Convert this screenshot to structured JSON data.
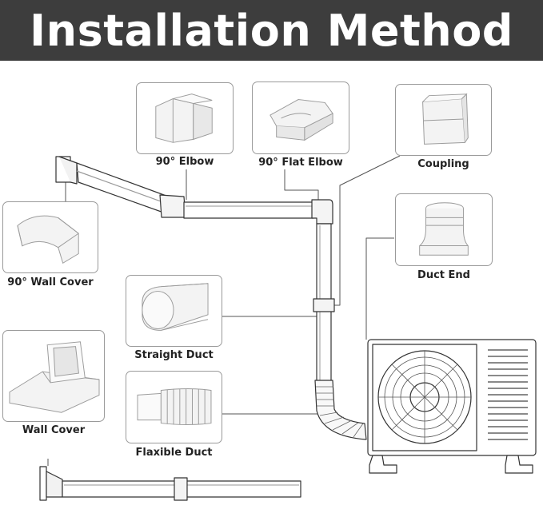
{
  "banner": {
    "title": "Installation Method"
  },
  "parts": {
    "elbow_90": "90° Elbow",
    "flat_elbow_90": "90° Flat Elbow",
    "coupling": "Coupling",
    "wall_cover_90": "90° Wall Cover",
    "duct_end": "Duct End",
    "straight_duct": "Straight Duct",
    "wall_cover": "Wall Cover",
    "flexible_duct": "Flaxible Duct"
  },
  "colors": {
    "banner_bg": "#3d3d3d",
    "banner_text": "#ffffff",
    "line": "#333333",
    "part_fill": "#f4f4f4"
  }
}
